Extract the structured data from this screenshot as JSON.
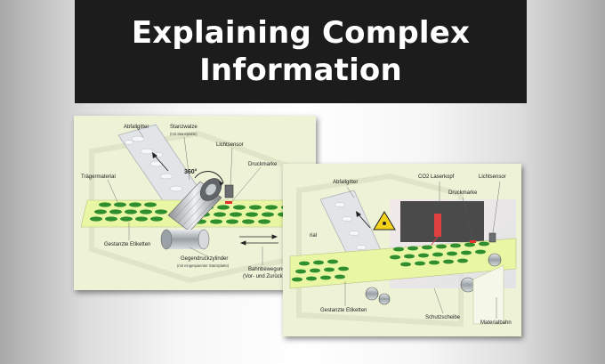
{
  "banner": {
    "line1": "Explaining Complex",
    "line2": "Information"
  },
  "diagram_left": {
    "labels": {
      "abfallgitter": "Abfallgitter",
      "stanzwalze": "Stanzwalze",
      "stanzwalze_sub": "(mit Stanzplatte)",
      "lichtsensor": "Lichtsensor",
      "angle": "360°",
      "druckmarke": "Druckmarke",
      "traegermaterial": "Trägermaterial",
      "gestanzte_etiketten": "Gestanzte Etiketten",
      "gegendruckzylinder": "Gegendruckzylinder",
      "gegendruckzylinder_sub": "(mit eingespannter Stanzplatte)",
      "bahnbewegung": "Bahnbewegung",
      "bahnbewegung_sub": "(Vor- und Zurück)"
    }
  },
  "diagram_right": {
    "labels": {
      "abfallgitter": "Abfallgitter",
      "co2_laserkopf": "CO2 Laserkopf",
      "lichtsensor": "Lichtsensor",
      "druckmarke": "Druckmarke",
      "traeger_partial": "rial",
      "gestanzte_etiketten": "Gestanzte Etiketten",
      "schutzscheibe": "Schutzscheibe",
      "materialbahn": "Materialbahn"
    }
  },
  "colors": {
    "banner_bg": "#1c1c1c",
    "panel_bg": "#eef2d7",
    "label_green": "#2f8f2f",
    "roller": "#b9bec2",
    "laser_head": "#4a4a4a",
    "sensor_red": "#e53030",
    "warning_yellow": "#f3d21a"
  },
  "icons": [
    "rotation-arrow-icon",
    "laser-warning-icon",
    "direction-arrow-icon"
  ]
}
